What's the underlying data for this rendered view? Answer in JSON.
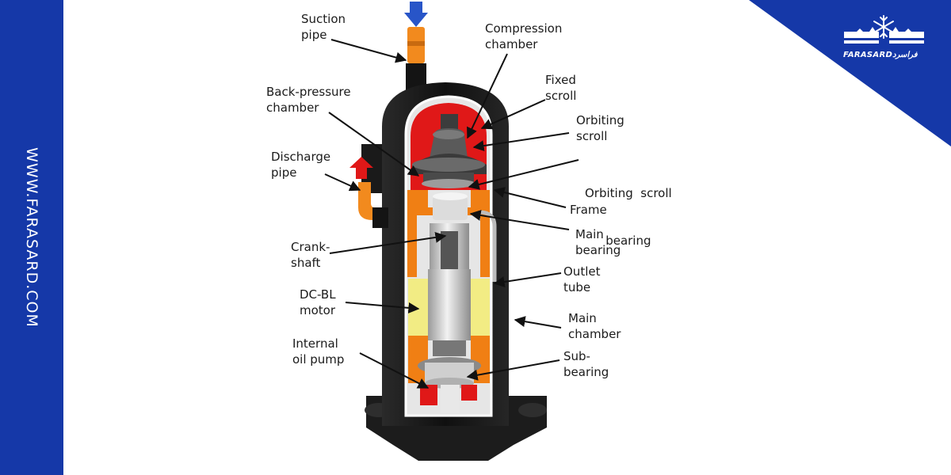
{
  "branding": {
    "website": "WWW.FARASARD.COM",
    "logo_text": "FARASARD",
    "logo_text_fa": "فراسرد",
    "brand_color": "#1538a8"
  },
  "labels": {
    "suction_pipe": [
      "Suction",
      "pipe"
    ],
    "compression_chamber": [
      "Compression",
      "chamber"
    ],
    "fixed_scroll": [
      "Fixed",
      "scroll"
    ],
    "back_pressure_chamber": [
      "Back-pressure",
      "chamber"
    ],
    "orbiting_scroll": [
      "Orbiting",
      "scroll"
    ],
    "discharge_pipe": [
      "Discharge",
      "pipe"
    ],
    "orbiting_scroll_bearing": [
      "Orbiting  scroll",
      "bearing"
    ],
    "frame": [
      "Frame"
    ],
    "main_bearing": [
      "Main",
      "bearing"
    ],
    "crankshaft": [
      "Crank-",
      "shaft"
    ],
    "outlet_tube": [
      "Outlet",
      "tube"
    ],
    "dc_bl_motor": [
      "DC-BL",
      "motor"
    ],
    "main_chamber": [
      "Main",
      "chamber"
    ],
    "internal_oil_pump": [
      "Internal",
      "oil pump"
    ],
    "sub_bearing": [
      "Sub-",
      "bearing"
    ]
  },
  "colors": {
    "shell": "#141414",
    "discharge_red": "#e01818",
    "motor_yellow": "#f2ec84",
    "frame_orange": "#f07f14",
    "suction_arrow": "#2855c8",
    "discharge_arrow": "#e01818"
  }
}
